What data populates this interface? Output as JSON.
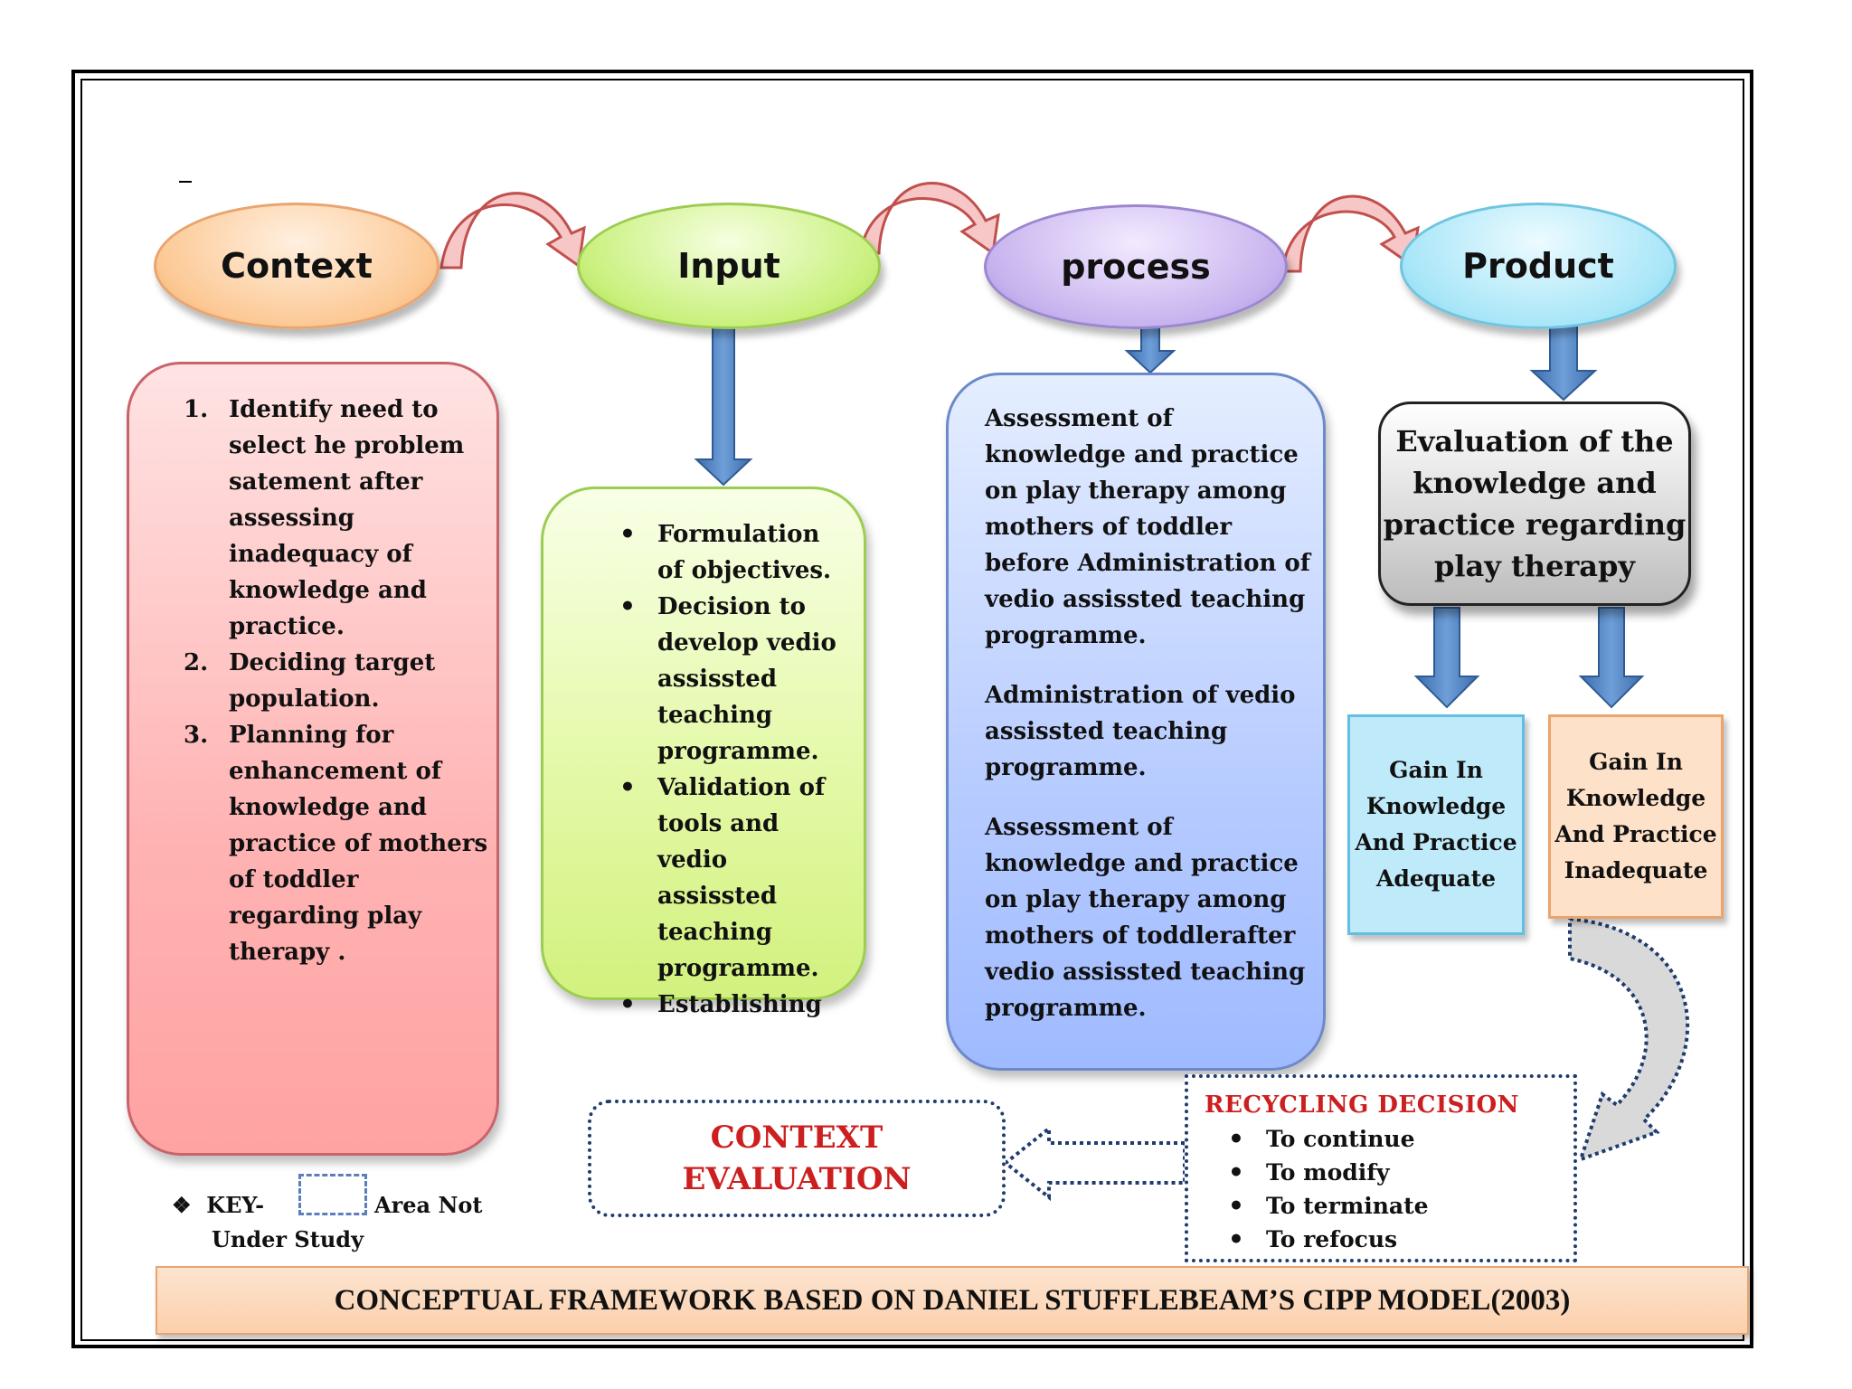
{
  "stages": {
    "context": "Context",
    "input": "Input",
    "process": "process",
    "product": "Product"
  },
  "context_box": {
    "items": [
      {
        "num": "1.",
        "text": "Identify need to select he problem satement after assessing inadequacy of knowledge and practice."
      },
      {
        "num": "2.",
        "text": "Deciding target population."
      },
      {
        "num": "3.",
        "text": "Planning for enhancement of knowledge and practice of mothers of toddler regarding play therapy ."
      }
    ]
  },
  "input_box": {
    "items": [
      "Formulation of objectives.",
      "Decision to develop vedio assissted teaching programme.",
      "Validation of tools and vedio assissted teaching programme.",
      "Establishing"
    ]
  },
  "process_box": {
    "paragraphs": [
      "Assessment of knowledge and practice on play therapy among mothers of toddler before Administration of vedio assissted teaching programme.",
      "Administration of vedio assissted teaching programme.",
      "Assessment of knowledge and practice on play therapy among mothers of toddlerafter vedio assissted teaching programme."
    ]
  },
  "evaluation_box": "Evaluation of the knowledge and practice regarding play therapy",
  "outcome_adequate": "Gain In Knowledge And Practice Adequate",
  "outcome_inadequate": "Gain In Knowledge And Practice Inadequate",
  "recycling": {
    "title": "RECYCLING DECISION",
    "items": [
      "To continue",
      "To modify",
      "To terminate",
      "To refocus"
    ]
  },
  "context_evaluation": "CONTEXT EVALUATION",
  "key": {
    "symbol": "❖",
    "label": "KEY-",
    "text_a": "Area Not",
    "text_b": "Under Study"
  },
  "footer_title": "CONCEPTUAL FRAMEWORK BASED ON DANIEL STUFFLEBEAM’S CIPP MODEL(2003)",
  "colors": {
    "arrow_blue": "#4a7ebb",
    "curved_arrow_fill": "#f7c7c7",
    "curved_arrow_stroke": "#c0504d",
    "evaluation_red": "#cc1f1f",
    "dotted_border": "#1f3c6e"
  }
}
